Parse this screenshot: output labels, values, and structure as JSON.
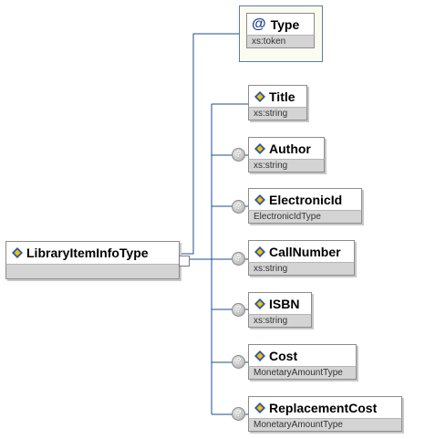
{
  "root": {
    "name": "LibraryItemInfoType"
  },
  "attribute": {
    "name": "Type",
    "type": "xs:token"
  },
  "elements": [
    {
      "name": "Title",
      "type": "xs:string",
      "optional": false
    },
    {
      "name": "Author",
      "type": "xs:string",
      "optional": true
    },
    {
      "name": "ElectronicId",
      "type": "ElectronicIdType",
      "optional": true
    },
    {
      "name": "CallNumber",
      "type": "xs:string",
      "optional": true
    },
    {
      "name": "ISBN",
      "type": "xs:string",
      "optional": true
    },
    {
      "name": "Cost",
      "type": "MonetaryAmountType",
      "optional": true
    },
    {
      "name": "ReplacementCost",
      "type": "MonetaryAmountType",
      "optional": true
    }
  ],
  "icons": {
    "element": "element-diamond-icon",
    "attribute": "attribute-at-icon",
    "optional": "optional-question-icon"
  },
  "labels": {
    "attribute_symbol": "@",
    "optional_symbol": "?"
  },
  "colors": {
    "connector": "#1e4f8a",
    "attribute_frame": "#5a7fa8",
    "type_band": "#d4d4d4",
    "icon_blue": "#2a56a8",
    "icon_yellow": "#f2c200"
  }
}
